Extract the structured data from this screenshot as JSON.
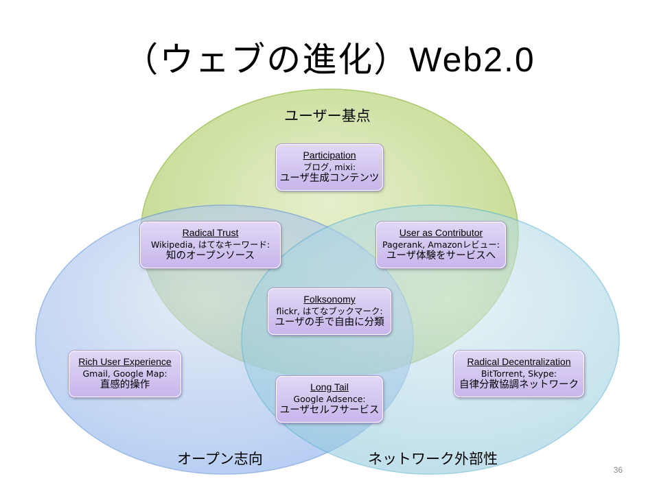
{
  "title": {
    "jp": "（ウェブの進化）",
    "latin": "Web2.0"
  },
  "circles": {
    "top": {
      "label": "ユーザー基点",
      "color": "#c8dc96"
    },
    "left": {
      "label": "オープン志向",
      "color": "#a9c4ee"
    },
    "right": {
      "label": "ネットワーク外部性",
      "color": "#a8d6e6"
    }
  },
  "boxes": [
    {
      "id": "participation",
      "title": "Participation",
      "line1": "ブログ, mixi:",
      "line2": "ユーザ生成コンテンツ"
    },
    {
      "id": "radical-trust",
      "title": "Radical Trust",
      "line1": "Wikipedia, はてなキーワード:",
      "line2": "知のオープンソース"
    },
    {
      "id": "user-as-contributor",
      "title": "User as Contributor",
      "line1": "Pagerank, Amazonレビュー:",
      "line2": "ユーザ体験をサービスへ"
    },
    {
      "id": "folksonomy",
      "title": "Folksonomy",
      "line1": "flickr, はてなブックマーク:",
      "line2": "ユーザの手で自由に分類"
    },
    {
      "id": "rich-user-experience",
      "title": "Rich User Experience",
      "line1": "Gmail, Google Map:",
      "line2": "直感的操作"
    },
    {
      "id": "long-tail",
      "title": "Long Tail",
      "line1": "Google Adsence:",
      "line2": "ユーザセルフサービス"
    },
    {
      "id": "radical-decentralization",
      "title": "Radical Decentralization",
      "line1": "BitTorrent, Skype:",
      "line2": "自律分散協調ネットワーク"
    }
  ],
  "slide_number": "36"
}
